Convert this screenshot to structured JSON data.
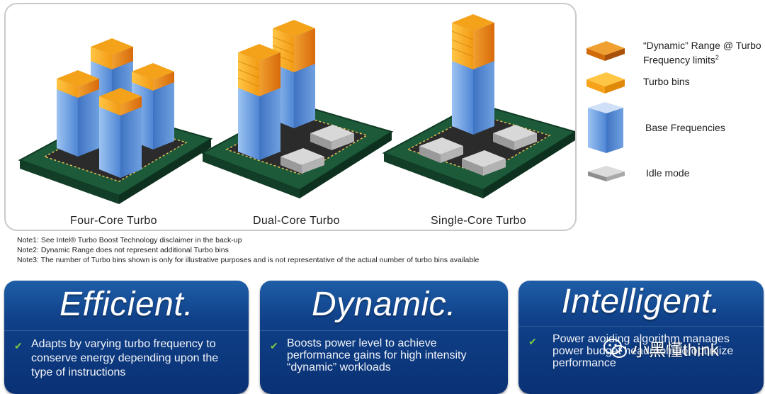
{
  "diagram": {
    "chips": [
      {
        "label": "Four-Core Turbo"
      },
      {
        "label": "Dual-Core Turbo"
      },
      {
        "label": "Single-Core Turbo"
      }
    ],
    "legend": [
      {
        "text_line1": "“Dynamic” Range @ Turbo",
        "text_line2": "Frequency limits",
        "superscript": "2",
        "icon": "dynamic-range-block-icon"
      },
      {
        "text_line1": "Turbo bins",
        "icon": "turbo-bins-block-icon"
      },
      {
        "text_line1": "Base Frequencies",
        "icon": "base-frequency-block-icon"
      },
      {
        "text_line1": "Idle mode",
        "icon": "idle-mode-block-icon"
      }
    ],
    "colors": {
      "base": "#5b8fd6",
      "turbo": "#f7a21b",
      "dynamic": "#e07a10",
      "idle": "#a6a6a6",
      "pcb": "#1f5a3c"
    }
  },
  "notes": [
    "Note1:  See Intel® Turbo Boost Technology disclaimer in the back-up",
    "Note2:  Dynamic Range does not represent additional Turbo bins",
    "Note3:  The number of Turbo bins shown is only for illustrative purposes and is not representative of the actual number of turbo bins available"
  ],
  "cards": [
    {
      "title": "Efficient.",
      "body": "Adapts by varying turbo frequency to conserve energy depending upon the type of instructions"
    },
    {
      "title": "Dynamic.",
      "body": "Boosts power level  to achieve performance gains for high intensity “dynamic” workloads"
    },
    {
      "title": "Intelligent.",
      "body": "Power avoiding algorithm manages power budget headroom to optimize performance"
    }
  ],
  "watermark": {
    "text": "小黑懂think",
    "icon": "wechat-icon"
  }
}
